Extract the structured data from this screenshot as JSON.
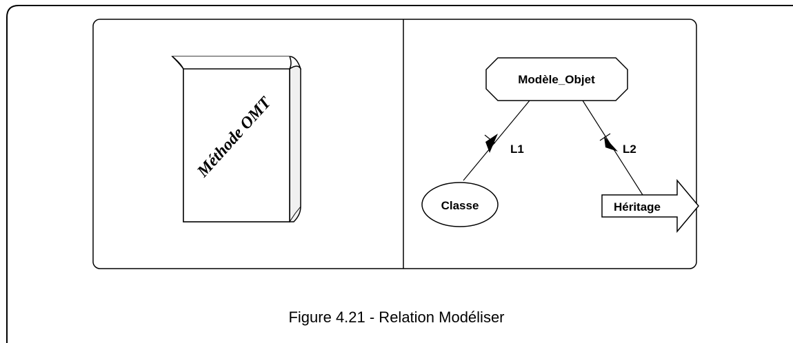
{
  "book": {
    "title": "Méthode OMT"
  },
  "diagram": {
    "root": "Modèle_Objet",
    "links": [
      {
        "label": "L1",
        "target": "Classe"
      },
      {
        "label": "L2",
        "target": "Héritage"
      }
    ],
    "nodes": {
      "classe": "Classe",
      "heritage": "Héritage"
    }
  },
  "caption": "Figure 4.21 - Relation Modéliser",
  "colors": {
    "stroke": "#000000",
    "fill": "#ffffff",
    "book_spine": "#f0f0f0"
  }
}
